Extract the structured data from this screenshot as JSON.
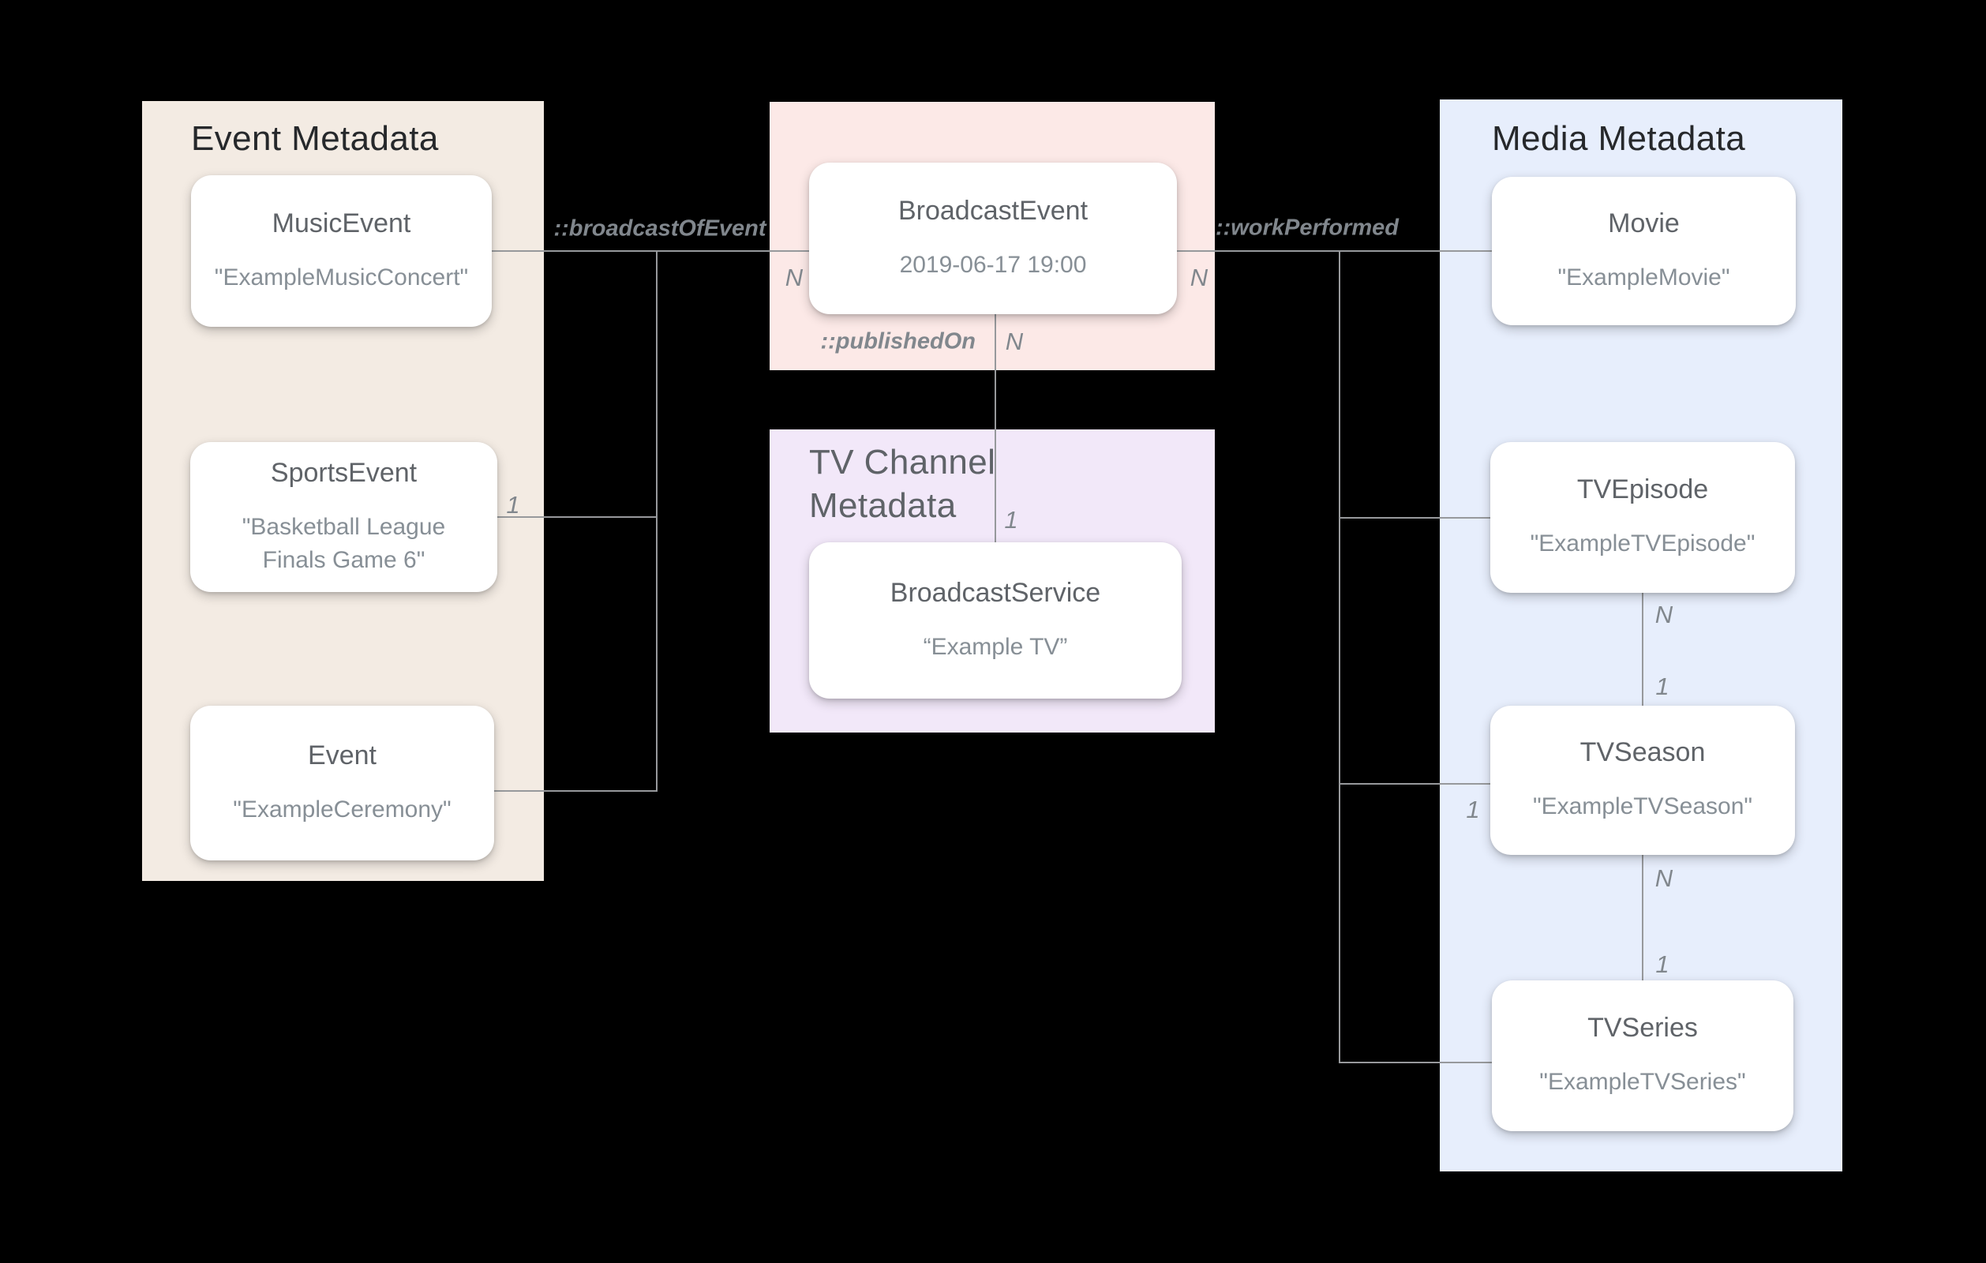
{
  "panels": {
    "event": {
      "title": "Event Metadata"
    },
    "tv_channel": {
      "title": "TV Channel Metadata"
    },
    "media": {
      "title": "Media Metadata"
    }
  },
  "nodes": {
    "music_event": {
      "title": "MusicEvent",
      "value": "\"ExampleMusicConcert\""
    },
    "sports_event": {
      "title": "SportsEvent",
      "value": "\"Basketball League Finals Game 6\""
    },
    "event": {
      "title": "Event",
      "value": "\"ExampleCeremony\""
    },
    "broadcast_event": {
      "title": "BroadcastEvent",
      "value": "2019-06-17 19:00"
    },
    "broadcast_service": {
      "title": "BroadcastService",
      "value": "“Example TV”"
    },
    "movie": {
      "title": "Movie",
      "value": "\"ExampleMovie\""
    },
    "tv_episode": {
      "title": "TVEpisode",
      "value": "\"ExampleTVEpisode\""
    },
    "tv_season": {
      "title": "TVSeason",
      "value": "\"ExampleTVSeason\""
    },
    "tv_series": {
      "title": "TVSeries",
      "value": "\"ExampleTVSeries\""
    }
  },
  "edge_labels": {
    "broadcast_of_event": "::broadcastOfEvent",
    "work_performed": "::workPerformed",
    "published_on": "::publishedOn"
  },
  "cardinalities": {
    "broadcast_of_event_n": "N",
    "work_performed_n": "N",
    "published_on_n": "N",
    "published_on_1": "1",
    "sports_event_1": "1",
    "tv_season_left_1": "1",
    "episode_season_n": "N",
    "episode_season_1": "1",
    "season_series_n": "N",
    "season_series_1": "1"
  },
  "colors": {
    "background": "#000000",
    "event_panel": "#f3ebe3",
    "broadcast_panel": "#fce9e7",
    "tv_channel_panel": "#f2e8f9",
    "media_panel": "#e7eefc",
    "card": "#ffffff",
    "line": "#97999c",
    "title_dark": "#26282b",
    "title_muted": "#5f6368",
    "node_title": "#5f6368",
    "node_value": "#878f96",
    "edge_label": "#81878d"
  }
}
